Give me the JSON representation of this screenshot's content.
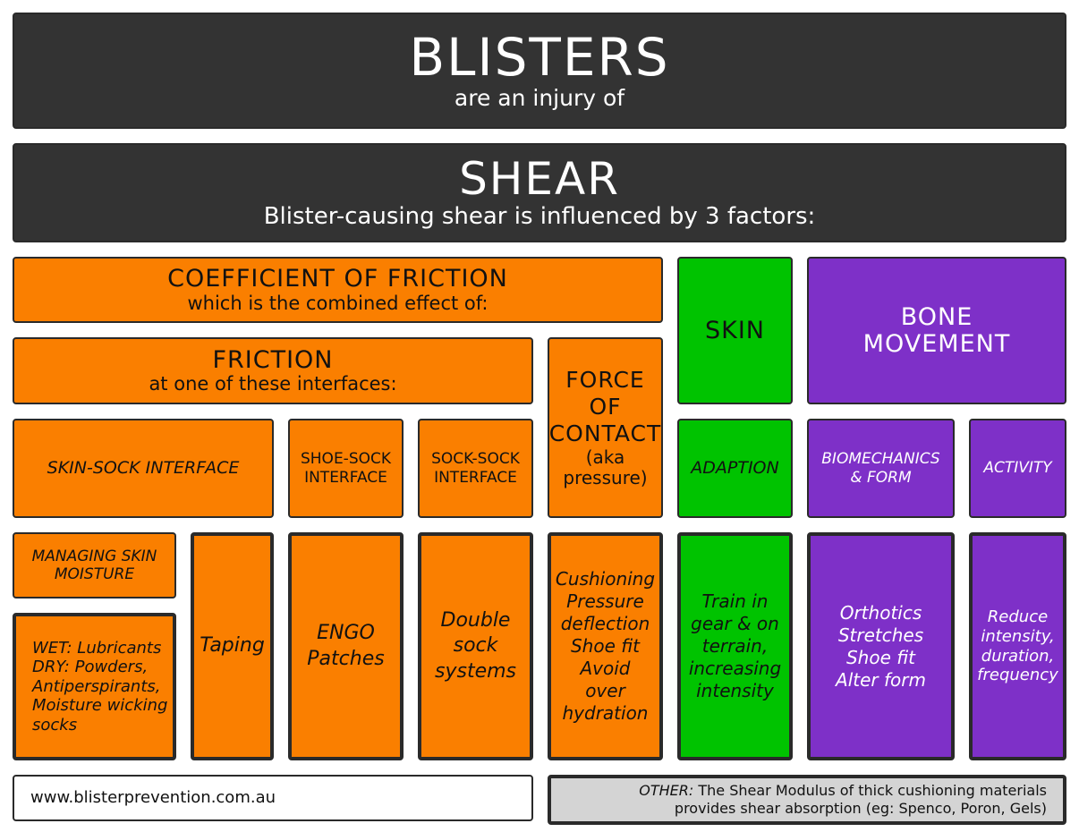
{
  "header": {
    "title": "BLISTERS",
    "subtitle": "are an injury of"
  },
  "shear": {
    "title": "SHEAR",
    "subtitle": "Blister-causing shear is influenced by 3 factors:"
  },
  "coefficient": {
    "title": "COEFFICIENT OF FRICTION",
    "subtitle": "which is the combined effect of:"
  },
  "friction": {
    "title": "FRICTION",
    "subtitle": "at one of these interfaces:"
  },
  "force": {
    "lines": [
      "FORCE",
      "OF",
      "CONTACT"
    ],
    "note_lines": [
      "(aka",
      "pressure)"
    ]
  },
  "skin": {
    "title": "SKIN"
  },
  "bone": {
    "lines": [
      "BONE",
      "MOVEMENT"
    ]
  },
  "interfaces": {
    "skin_sock": "SKIN-SOCK INTERFACE",
    "shoe_sock": [
      "SHOE-SOCK",
      "INTERFACE"
    ],
    "sock_sock": [
      "SOCK-SOCK",
      "INTERFACE"
    ]
  },
  "adaption": "ADAPTION",
  "biomechanics": [
    "BIOMECHANICS",
    "& FORM"
  ],
  "activity": "ACTIVITY",
  "managing": [
    "MANAGING SKIN",
    "MOISTURE"
  ],
  "wet_dry": [
    "WET: Lubricants",
    "DRY: Powders,",
    "Antiperspirants,",
    "Moisture wicking",
    "socks"
  ],
  "taping": "Taping",
  "engo": [
    "ENGO",
    "Patches"
  ],
  "double_sock": [
    "Double",
    "sock",
    "systems"
  ],
  "cushioning": [
    "Cushioning",
    "Pressure",
    "deflection",
    "Shoe fit",
    "Avoid",
    "over",
    "hydration"
  ],
  "train": [
    "Train in",
    "gear & on",
    "terrain,",
    "increasing",
    "intensity"
  ],
  "orthotics": [
    "Orthotics",
    "Stretches",
    "Shoe fit",
    "Alter form"
  ],
  "reduce": [
    "Reduce",
    "intensity,",
    "duration,",
    "frequency"
  ],
  "website": "www.blisterprevention.com.au",
  "other": {
    "label": "OTHER:",
    "line1": "The Shear Modulus of thick cushioning materials",
    "line2": "provides shear absorption (eg: Spenco, Poron, Gels)"
  },
  "colors": {
    "dark": "#333333",
    "orange": "#fa7f00",
    "green": "#00c300",
    "purple": "#7e30c8",
    "grey": "#d4d4d4"
  }
}
